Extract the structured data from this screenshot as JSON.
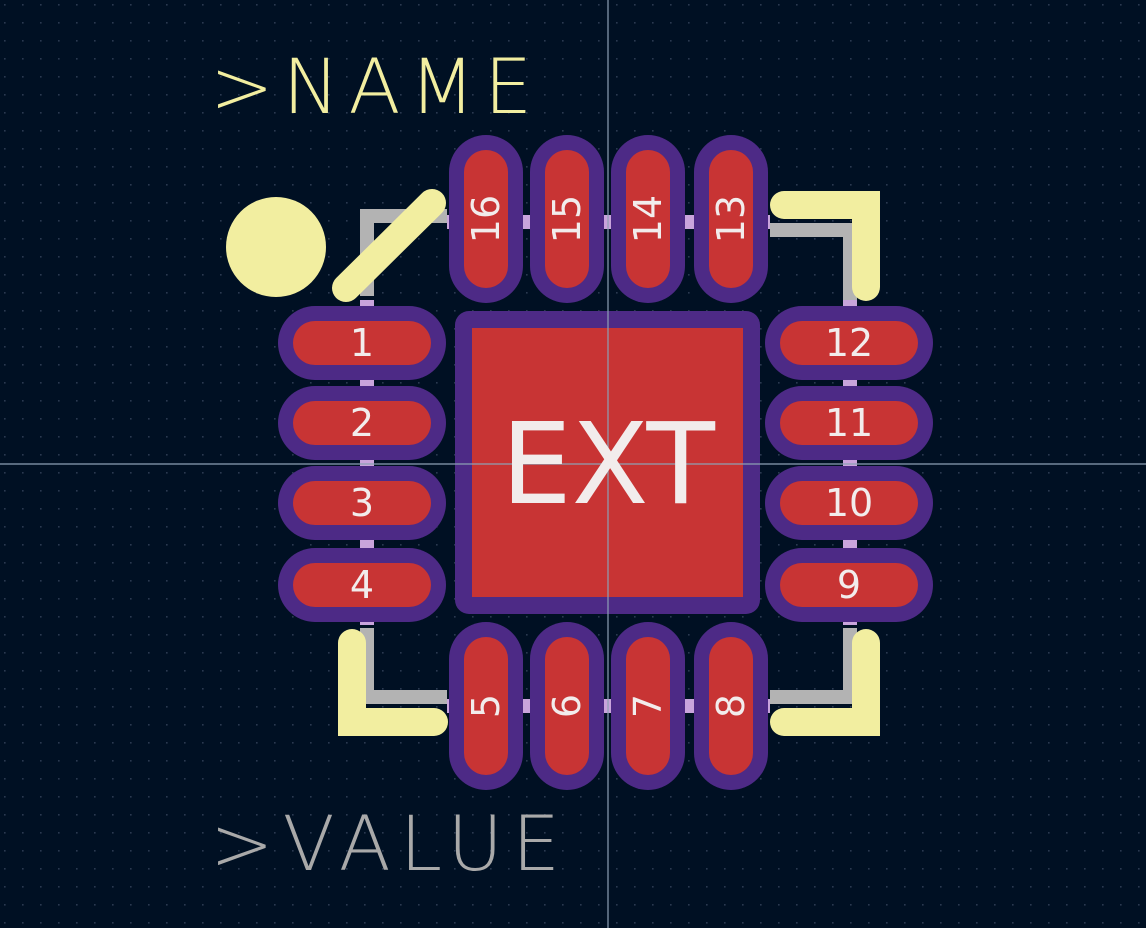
{
  "footprint": {
    "reference_label": ">NAME",
    "value_label": ">VALUE",
    "exposed_pad_label": "EXT",
    "pads_left": [
      "1",
      "2",
      "3",
      "4"
    ],
    "pads_bottom": [
      "5",
      "6",
      "7",
      "8"
    ],
    "pads_right": [
      "9",
      "10",
      "11",
      "12"
    ],
    "pads_top": [
      "13",
      "14",
      "15",
      "16"
    ]
  },
  "colors": {
    "background": "#001023",
    "grid_dot": "#2a3950",
    "crosshair": "#8da0b4",
    "pad_fill": "#c83434",
    "pad_mask": "#4d2a86",
    "pad_outline": "#c9a4dc",
    "silkscreen": "#f2eea0",
    "courtyard": "#b3b3b3",
    "value_text": "#a9a9a9"
  }
}
